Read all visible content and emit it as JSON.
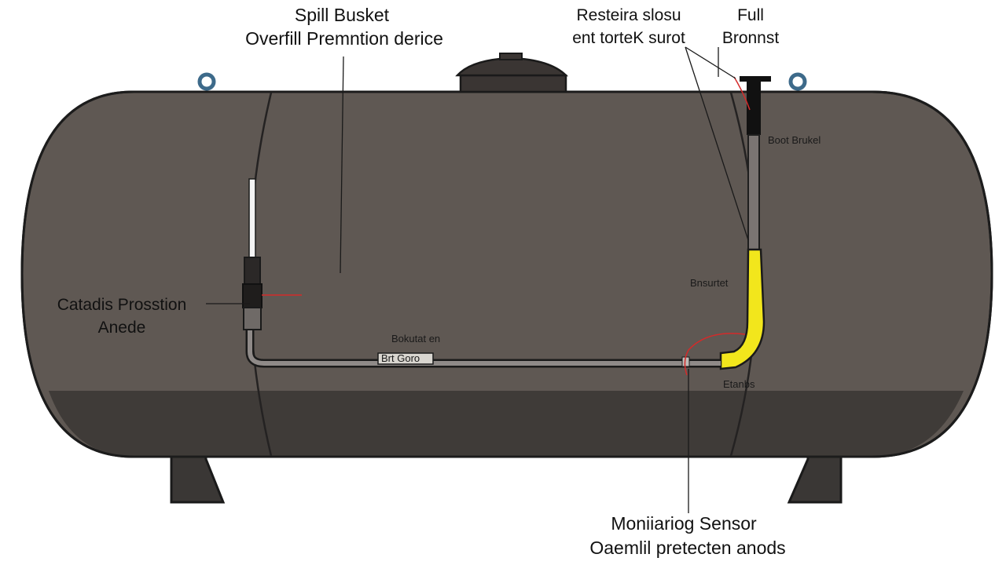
{
  "diagram": {
    "labels": {
      "spill_bucket": "Spill Busket",
      "overfill_device": "Overfill Premntion derice",
      "restrictor_line1": "Resteira slosu",
      "restrictor_line2": "ent torteK surot",
      "full_line1": "Full",
      "full_line2": "Bronnst",
      "cathodic_line1": "Catadis Prosstion",
      "cathodic_line2": "Anede",
      "boot_bracket": "Boot Brukel",
      "insulator": "Bnsurtet",
      "pipe_top": "Bokutat en",
      "pipe_band": "Brt Goro",
      "elbow": "Etanbs",
      "monitoring_sensor": "Moniiariog Sensor",
      "protection_anods": "Oaemlil pretecten anods"
    },
    "colors": {
      "tank_body": "#5f5853",
      "tank_shadow": "#3f3b38",
      "pipe": "#9a9696",
      "highlight_yellow": "#f2e61c",
      "annotation_red": "#d42a2a",
      "lifting_ring": "#3d6a8a"
    }
  }
}
